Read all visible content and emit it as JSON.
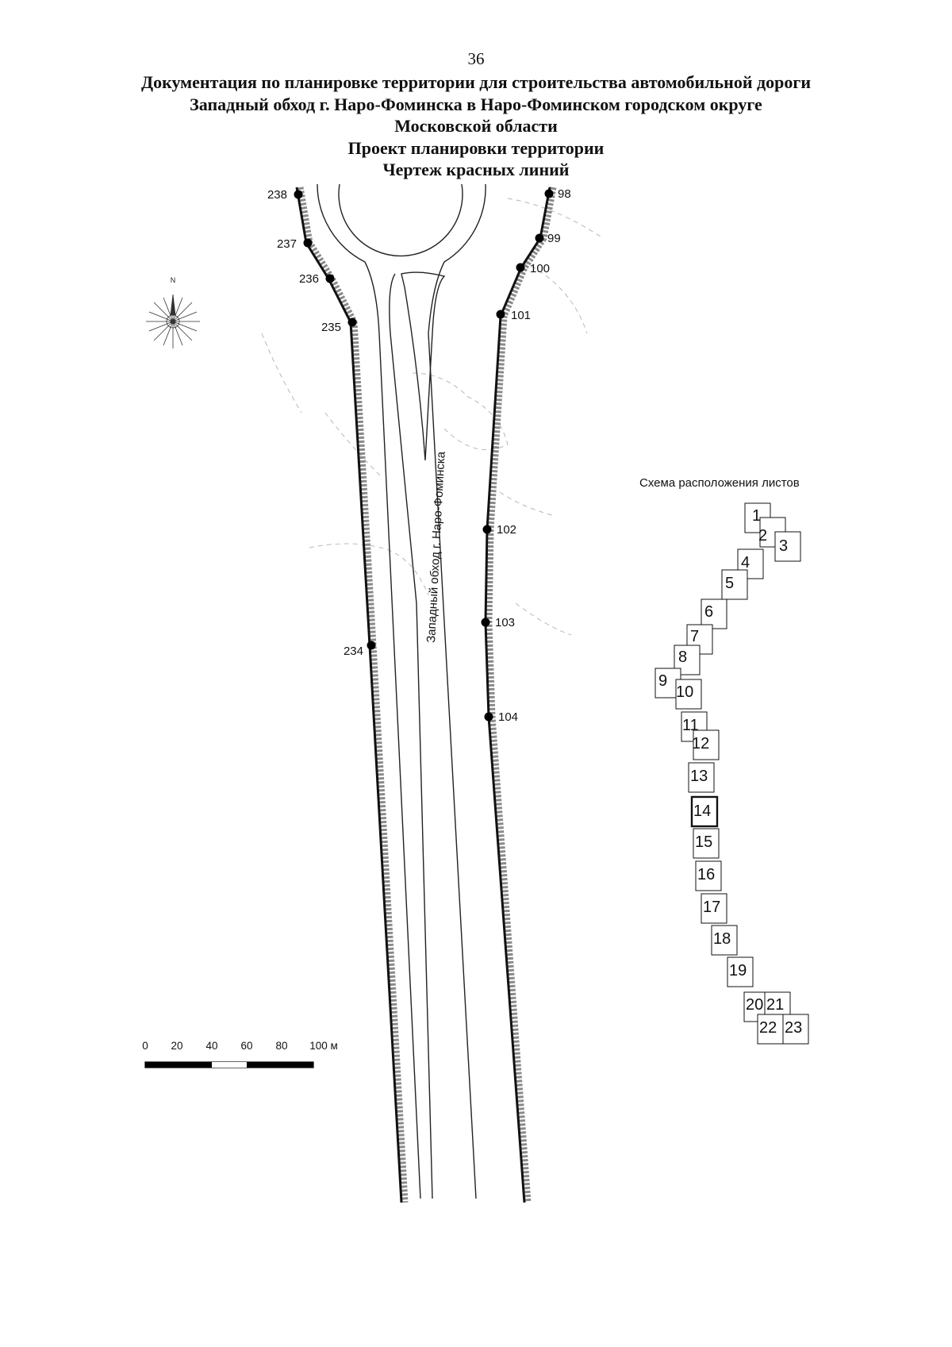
{
  "page_number": "36",
  "header": {
    "lines": [
      "Документация по планировке территории для строительства автомобильной дороги",
      "Западный обход г. Наро-Фоминска в Наро-Фоминском городском округе",
      "Московской области",
      "Проект планировки территории",
      "Чертеж красных линий"
    ]
  },
  "map": {
    "road_label": "Западный обход г. Наро-Фоминска",
    "compass_label": "N",
    "left_points": [
      "238",
      "237",
      "236",
      "235",
      "234"
    ],
    "right_points": [
      "98",
      "99",
      "100",
      "101",
      "102",
      "103",
      "104"
    ],
    "colors": {
      "line": "#111111",
      "hatch": "#8a8a8a",
      "road": "#222222",
      "faint": "#b5b5b5"
    }
  },
  "scale_bar": {
    "ticks": [
      "0",
      "20",
      "40",
      "60",
      "80",
      "100 м"
    ]
  },
  "sheet_scheme": {
    "title": "Схема расположения листов",
    "current_sheet": "14",
    "sheets": [
      "1",
      "2",
      "3",
      "4",
      "5",
      "6",
      "7",
      "8",
      "9",
      "10",
      "11",
      "12",
      "13",
      "14",
      "15",
      "16",
      "17",
      "18",
      "19",
      "20",
      "21",
      "22",
      "23"
    ]
  }
}
